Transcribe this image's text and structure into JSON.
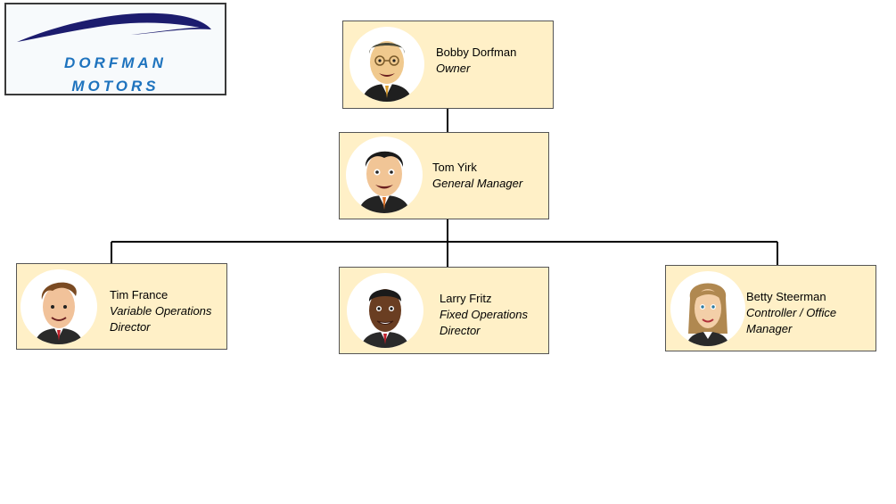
{
  "logo": {
    "line1": "DORFMAN",
    "line2": "MOTORS",
    "icon": "car-swoosh-icon",
    "color": "#1e73be",
    "swoosh_color": "#1c1c6e"
  },
  "colors": {
    "card_fill": "#fff0c7",
    "connector": "#000000"
  },
  "org": {
    "owner": {
      "name": "Bobby Dorfman",
      "title": "Owner",
      "avatar": "man-glasses-avatar"
    },
    "gm": {
      "name": "Tom Yirk",
      "title": "General Manager",
      "avatar": "man-dark-hair-avatar"
    },
    "reports": [
      {
        "name": "Tim France",
        "title": "Variable Operations Director",
        "avatar": "man-brown-hair-avatar"
      },
      {
        "name": "Larry Fritz",
        "title": "Fixed Operations Director",
        "avatar": "man-dark-skin-avatar"
      },
      {
        "name": "Betty Steerman",
        "title": "Controller / Office Manager",
        "avatar": "woman-blonde-avatar"
      }
    ]
  }
}
